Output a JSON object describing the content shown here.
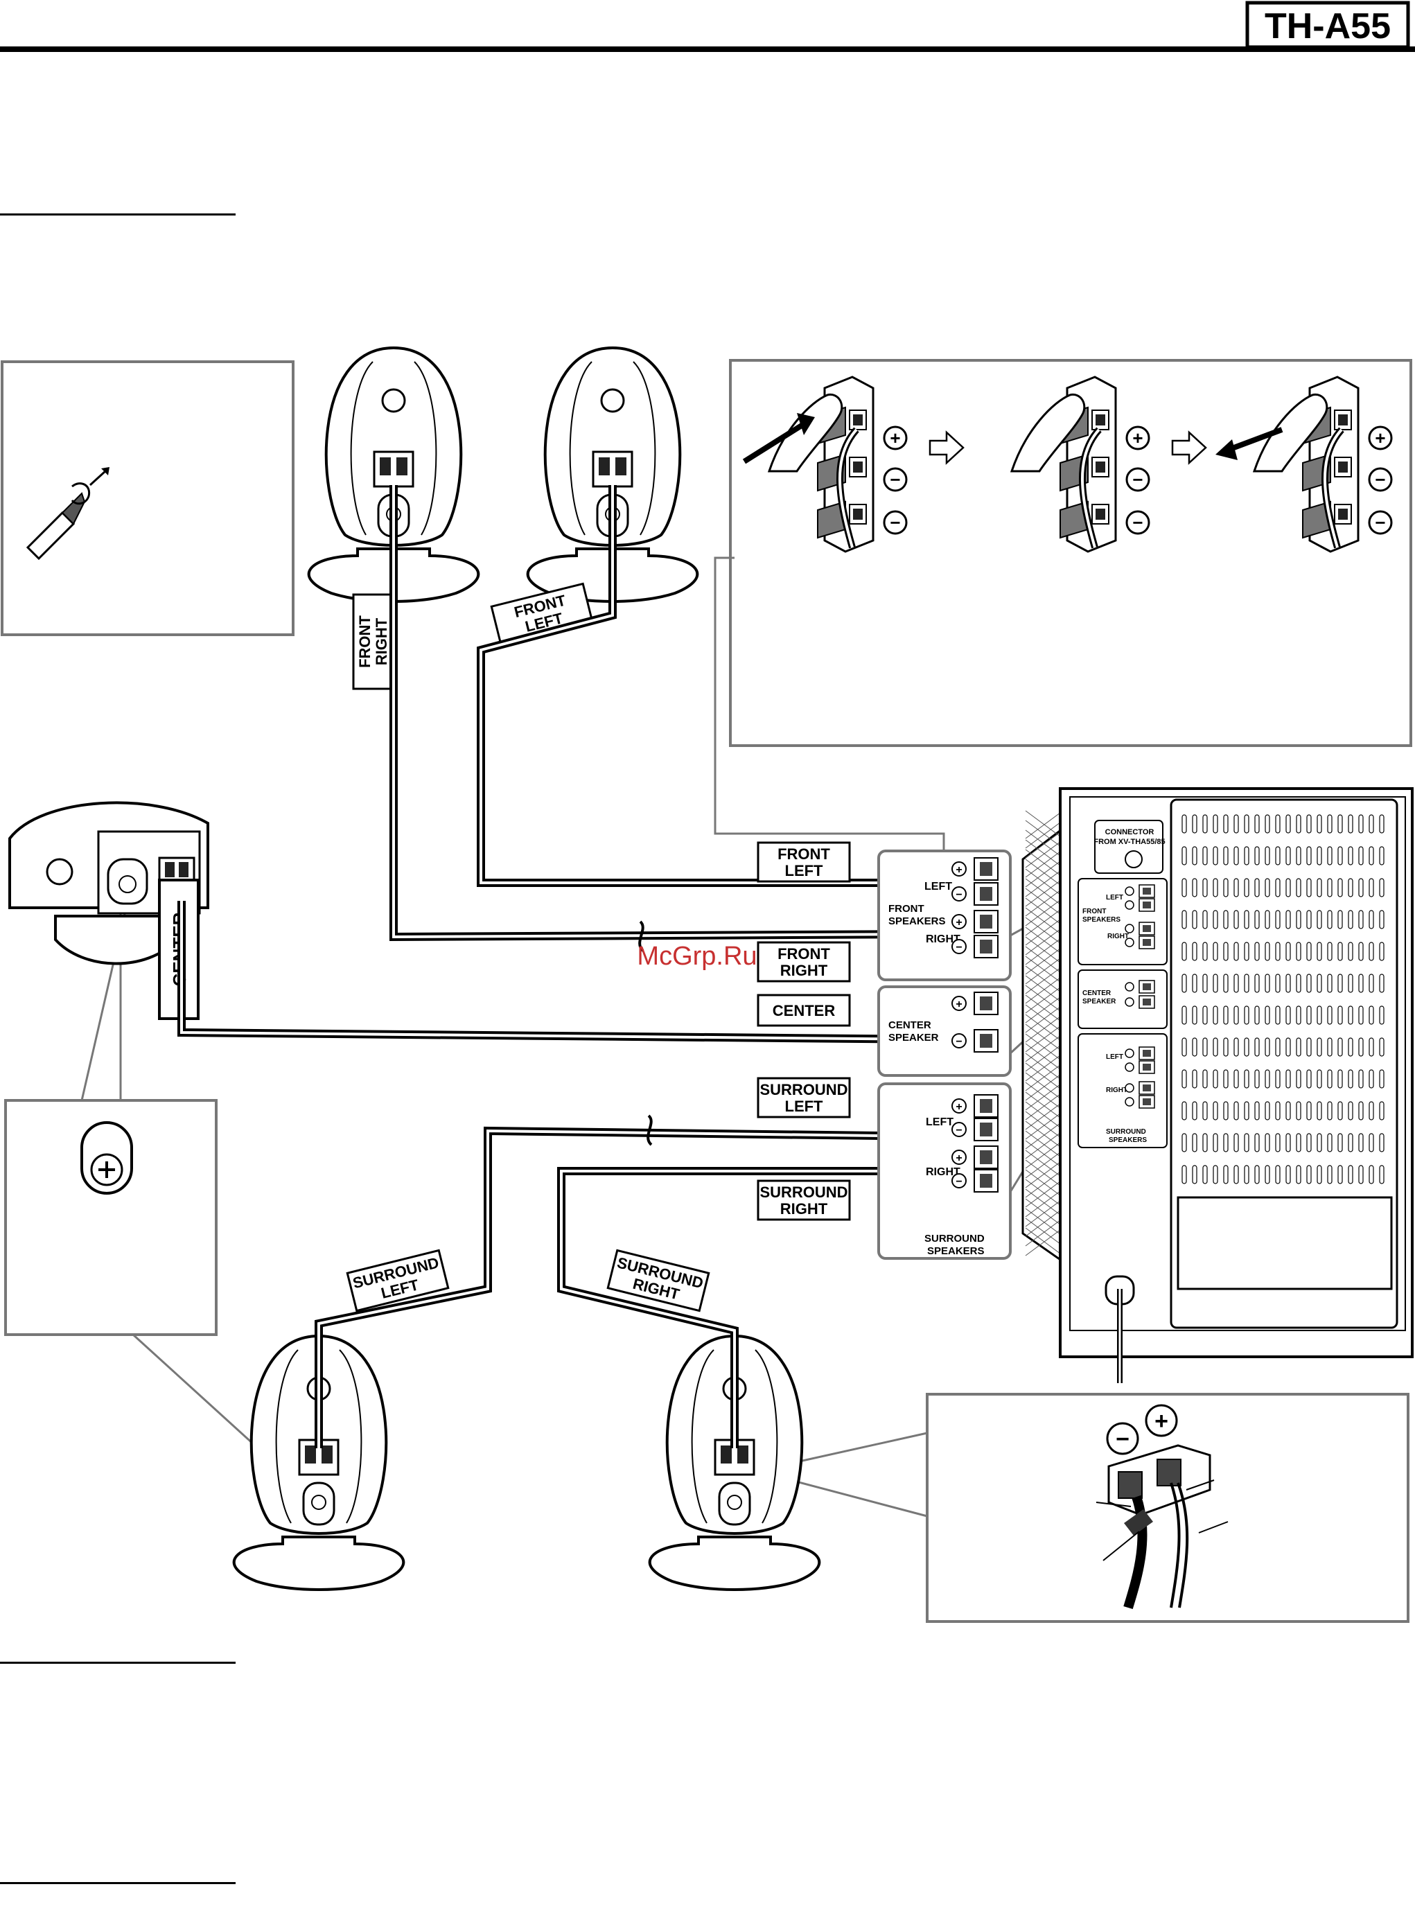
{
  "header": {
    "model": "TH-A55"
  },
  "watermark": "McGrp.Ru",
  "speakers": {
    "front_right": "FRONT RIGHT",
    "front_left": "FRONT LEFT",
    "center": "CENTER",
    "surround_left": "SURROUND LEFT",
    "surround_right": "SURROUND RIGHT"
  },
  "cable_tags": {
    "front_left": [
      "FRONT",
      "LEFT"
    ],
    "front_right": [
      "FRONT",
      "RIGHT"
    ],
    "center": [
      "CENTER"
    ],
    "surround_left": [
      "SURROUND",
      "LEFT"
    ],
    "surround_right": [
      "SURROUND",
      "RIGHT"
    ],
    "speaker_front_right": [
      "FRONT",
      "RIGHT"
    ],
    "speaker_front_left": [
      "FRONT",
      "LEFT"
    ],
    "speaker_center": [
      "CENTER"
    ],
    "speaker_surround_left": [
      "SURROUND",
      "LEFT"
    ],
    "speaker_surround_right": [
      "SURROUND",
      "RIGHT"
    ]
  },
  "terminals": {
    "left": "LEFT",
    "right": "RIGHT",
    "front_speakers": [
      "FRONT",
      "SPEAKERS"
    ],
    "center_speaker": [
      "CENTER",
      "SPEAKER"
    ],
    "surround_speakers": [
      "SURROUND",
      "SPEAKERS"
    ]
  },
  "subwoofer": {
    "connector": [
      "CONNECTOR",
      "FROM XV-THA55/85"
    ],
    "front_speakers": [
      "FRONT",
      "SPEAKERS"
    ],
    "center_speaker": [
      "CENTER",
      "SPEAKER"
    ],
    "surround_speakers": [
      "SURROUND",
      "SPEAKERS"
    ],
    "left": "LEFT",
    "right": "RIGHT"
  },
  "polarity": {
    "plus": "+",
    "minus": "−"
  }
}
